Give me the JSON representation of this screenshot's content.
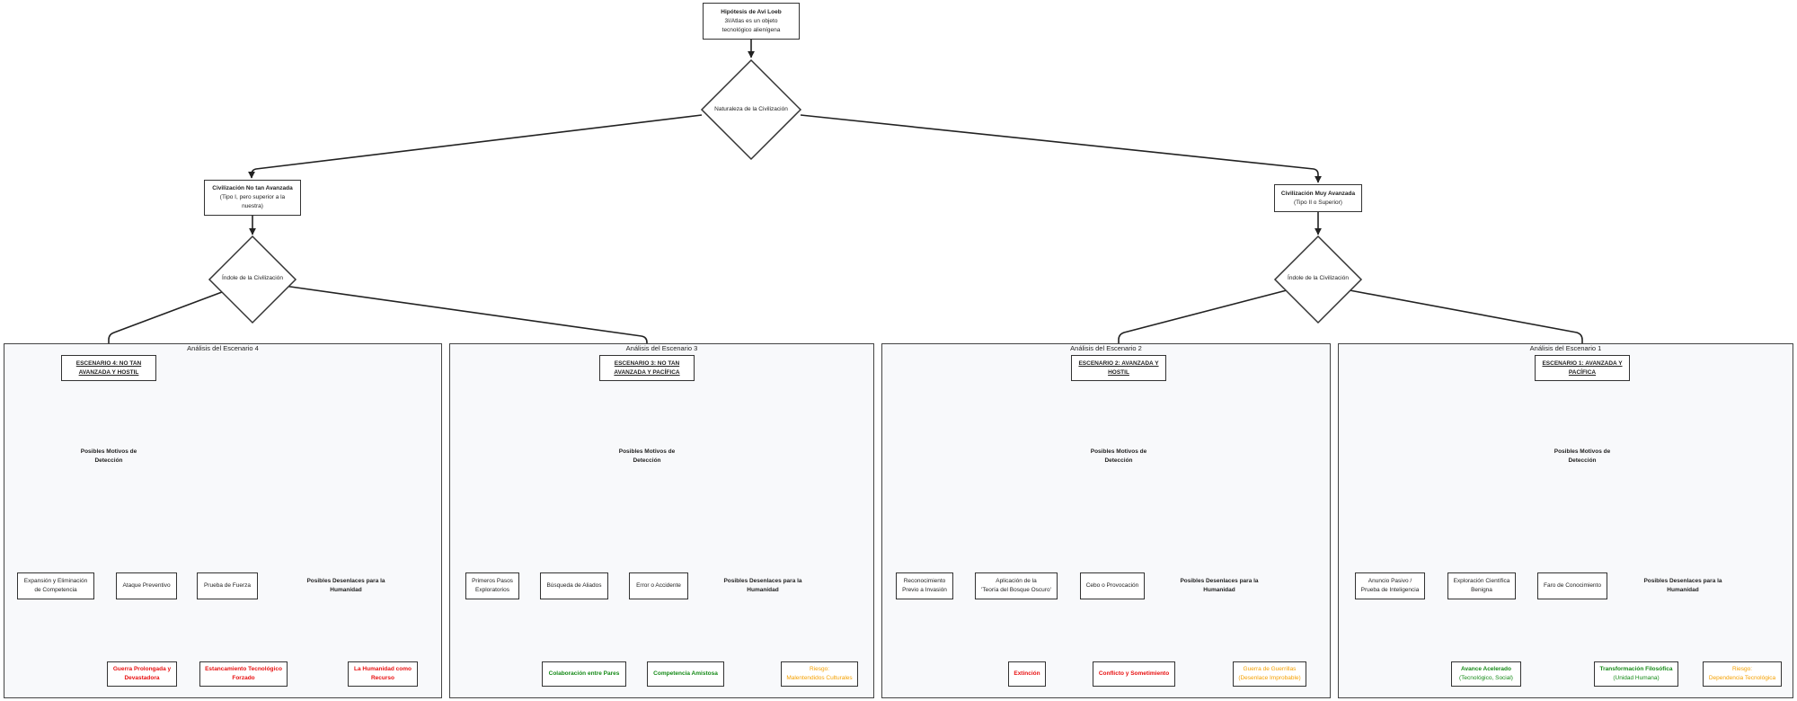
{
  "nodes": {
    "root": {
      "title": "Hipótesis de Avi Loeb",
      "line1": "3I/Atlas es un objeto",
      "line2": "tecnológico alienígena"
    },
    "naturaleza": {
      "text": "Naturaleza de la Civilización"
    },
    "noAvanzada": {
      "title": "Civilización No tan Avanzada",
      "line1": "(Tipo I, pero superior a la",
      "line2": "nuestra)"
    },
    "muyAvanzada": {
      "title": "Civilización Muy Avanzada",
      "line1": "(Tipo II o Superior)"
    },
    "indoleLeft": {
      "text": "Índole de la Civilización"
    },
    "indoleRight": {
      "text": "Índole de la Civilización"
    }
  },
  "clusters": [
    {
      "title": "Análisis del Escenario 4",
      "scenario": [
        "ESCENARIO 4: NO TAN",
        "AVANZADA Y HOSTIL"
      ],
      "motivos": [
        "Posibles Motivos de",
        "Detección"
      ],
      "desenlaces": [
        "Posibles Desenlaces para la",
        "Humanidad"
      ],
      "motives": [
        {
          "lines": [
            "Expansión y Eliminación",
            "de Competencia"
          ]
        },
        {
          "lines": [
            "Ataque Preventivo"
          ]
        },
        {
          "lines": [
            "Prueba de Fuerza"
          ]
        }
      ],
      "outcomes": [
        {
          "lines": [
            "Guerra Prolongada y",
            "Devastadora"
          ],
          "color": "red"
        },
        {
          "lines": [
            "Estancamiento Tecnológico",
            "Forzado"
          ],
          "color": "red"
        },
        {
          "lines": [
            "La Humanidad como",
            "Recurso"
          ],
          "color": "red"
        }
      ]
    },
    {
      "title": "Análisis del Escenario 3",
      "scenario": [
        "ESCENARIO 3: NO TAN",
        "AVANZADA Y PACÍFICA"
      ],
      "motivos": [
        "Posibles Motivos de",
        "Detección"
      ],
      "desenlaces": [
        "Posibles Desenlaces para la",
        "Humanidad"
      ],
      "motives": [
        {
          "lines": [
            "Primeros Pasos",
            "Exploratorios"
          ]
        },
        {
          "lines": [
            "Búsqueda de Aliados"
          ]
        },
        {
          "lines": [
            "Error o Accidente"
          ]
        }
      ],
      "outcomes": [
        {
          "lines": [
            "Colaboración entre Pares"
          ],
          "color": "green"
        },
        {
          "lines": [
            "Competencia Amistosa"
          ],
          "color": "green"
        },
        {
          "lines": [
            "Riesgo:",
            "Malentendidos Culturales"
          ],
          "color": "orange"
        }
      ]
    },
    {
      "title": "Análisis del Escenario 2",
      "scenario": [
        "ESCENARIO 2: AVANZADA Y",
        "HOSTIL"
      ],
      "motivos": [
        "Posibles Motivos de",
        "Detección"
      ],
      "desenlaces": [
        "Posibles Desenlaces para la",
        "Humanidad"
      ],
      "motives": [
        {
          "lines": [
            "Reconocimiento",
            "Previo a Invasión"
          ]
        },
        {
          "lines": [
            "Aplicación de la",
            "'Teoría del Bosque Oscuro'"
          ]
        },
        {
          "lines": [
            "Cebo o Provocación"
          ]
        }
      ],
      "outcomes": [
        {
          "lines": [
            "Extinción"
          ],
          "color": "red"
        },
        {
          "lines": [
            "Conflicto y Sometimiento"
          ],
          "color": "red"
        },
        {
          "lines": [
            "Guerra de Guerrillas",
            "(Desenlace Improbable)"
          ],
          "color": "orange"
        }
      ]
    },
    {
      "title": "Análisis del Escenario 1",
      "scenario": [
        "ESCENARIO 1: AVANZADA Y",
        "PACÍFICA"
      ],
      "motivos": [
        "Posibles Motivos de",
        "Detección"
      ],
      "desenlaces": [
        "Posibles Desenlaces para la",
        "Humanidad"
      ],
      "motives": [
        {
          "lines": [
            "Anuncio Pasivo /",
            "Prueba de Inteligencia"
          ]
        },
        {
          "lines": [
            "Exploración Científica",
            "Benigna"
          ]
        },
        {
          "lines": [
            "Faro de Conocimiento"
          ]
        }
      ],
      "outcomes": [
        {
          "lines": [
            "Avance Acelerado",
            "(Tecnológico, Social)"
          ],
          "color": "green-mixed"
        },
        {
          "lines": [
            "Transformación Filosófica",
            "(Unidad Humana)"
          ],
          "color": "green-mixed"
        },
        {
          "lines": [
            "Riesgo:",
            "Dependencia Tecnológica"
          ],
          "color": "orange"
        }
      ]
    }
  ]
}
